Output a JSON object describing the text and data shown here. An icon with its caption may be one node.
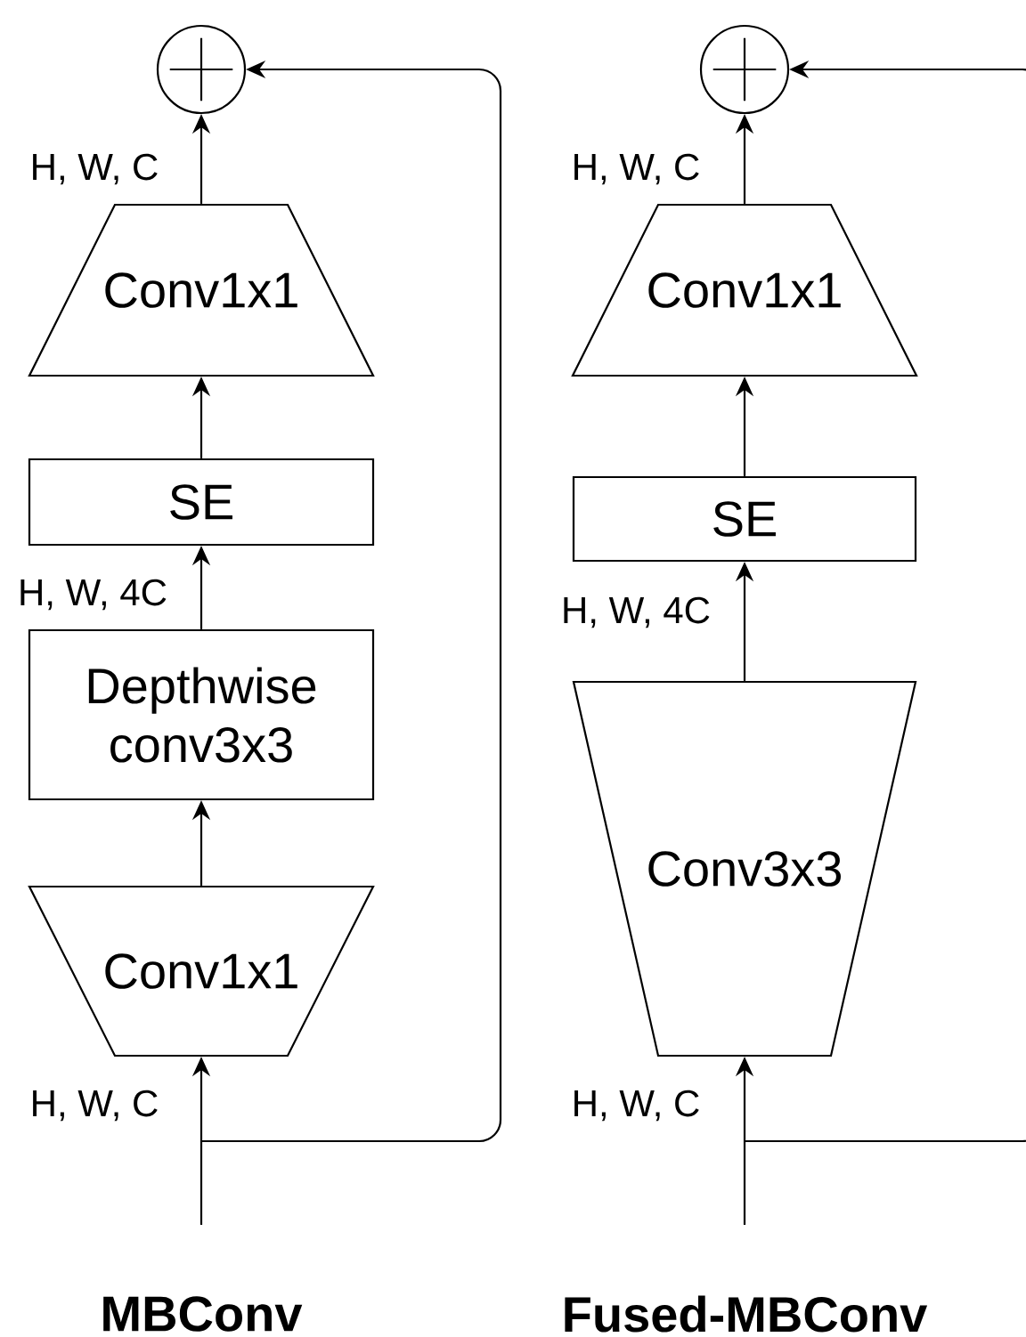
{
  "diagram": {
    "nodes": [
      {
        "text": [],
        "shape": "circle"
      },
      {
        "text": [
          "Conv1x1"
        ]
      },
      {
        "text": [
          "SE"
        ]
      },
      {
        "text": [
          "Depthwise conv3x3"
        ]
      },
      {
        "text": [
          "Conv1x1"
        ]
      },
      {
        "text": [],
        "shape": "circle"
      },
      {
        "text": [
          "Conv1x1"
        ]
      },
      {
        "text": [
          "SE"
        ]
      },
      {
        "text": [
          "Conv3x3"
        ]
      }
    ],
    "edges": [
      {
        "from": null,
        "to": 4,
        "arrow": "to"
      },
      {
        "from": 4,
        "to": 3,
        "arrow": "to"
      },
      {
        "from": 3,
        "to": 2,
        "arrow": "to"
      },
      {
        "from": 2,
        "to": 1,
        "arrow": "to"
      },
      {
        "from": 1,
        "to": 0,
        "arrow": "to"
      },
      {
        "from": null,
        "to": 0,
        "arrow": "to"
      },
      {
        "from": null,
        "to": 8,
        "arrow": "to"
      },
      {
        "from": 8,
        "to": 7,
        "arrow": "to"
      },
      {
        "from": 7,
        "to": 6,
        "arrow": "to"
      },
      {
        "from": 6,
        "to": 5,
        "arrow": "to"
      },
      {
        "from": null,
        "to": 5,
        "arrow": "to"
      }
    ],
    "labels": [
      "H, W, C",
      "H, W, C",
      "H, W, 4C",
      "H, W, 4C",
      "H, W, C",
      "H, W, C",
      "MBConv",
      "Fused-MBConv"
    ]
  }
}
